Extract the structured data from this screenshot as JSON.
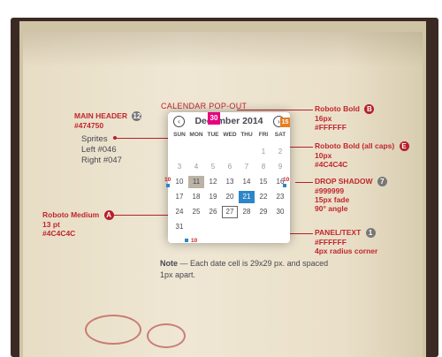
{
  "title": "CALENDAR POP-OUT",
  "annotations": {
    "main_header": {
      "title": "MAIN HEADER",
      "value": "#474750",
      "badge": "12"
    },
    "sprites": {
      "title": "Sprites",
      "left": "Left #046",
      "right": "Right #047"
    },
    "roboto_medium": {
      "title": "Roboto Medium",
      "size": "13 pt",
      "color": "#4C4C4C",
      "badge": "A"
    },
    "roboto_bold": {
      "title": "Roboto Bold",
      "size": "16px",
      "color": "#FFFFFF",
      "badge": "B"
    },
    "roboto_bold_caps": {
      "title": "Roboto Bold (all caps)",
      "size": "10px",
      "color": "#4C4C4C",
      "badge": "E"
    },
    "drop_shadow": {
      "title": "DROP SHADOW",
      "color": "#999999",
      "fade": "15px fade",
      "angle": "90° angle",
      "badge": "7"
    },
    "panel_text": {
      "title": "PANEL/TEXT",
      "color": "#FFFFFF",
      "radius": "4px radius corner",
      "badge": "1"
    }
  },
  "calendar": {
    "month": "December 2014",
    "weekdays": [
      "SUN",
      "MON",
      "TUE",
      "WED",
      "THU",
      "FRI",
      "SAT"
    ],
    "weeks": [
      [
        "",
        "",
        "",
        "",
        "",
        "1",
        "2"
      ],
      [
        "3",
        "4",
        "5",
        "6",
        "7",
        "8",
        "9"
      ],
      [
        "10",
        "11",
        "12",
        "13",
        "14",
        "15",
        "16"
      ],
      [
        "17",
        "18",
        "19",
        "20",
        "21",
        "22",
        "23"
      ],
      [
        "24",
        "25",
        "26",
        "27",
        "28",
        "29",
        "30"
      ],
      [
        "31",
        "",
        "",
        "",
        "",
        "",
        ""
      ]
    ],
    "sprite_label": "30",
    "orange_label": "15",
    "marker_labels": [
      "10",
      "10",
      "10"
    ]
  },
  "note": {
    "label": "Note",
    "text": " — Each date cell is 29x29 px. and spaced 1px apart."
  }
}
